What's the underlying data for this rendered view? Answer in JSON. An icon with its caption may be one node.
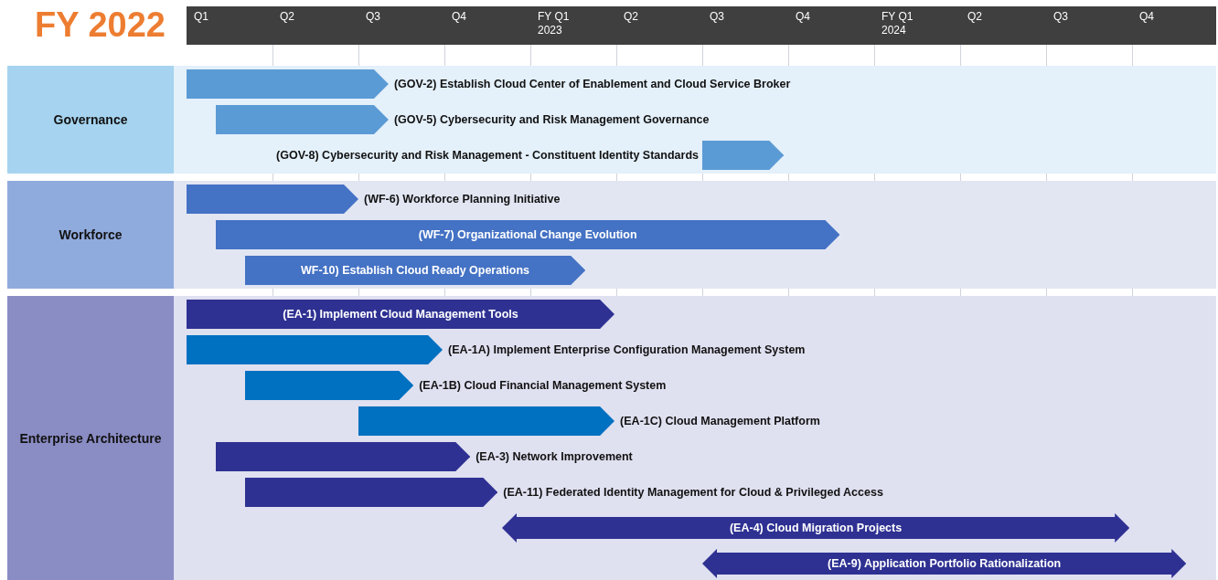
{
  "diagram": {
    "title": "FY 2022",
    "nodes": [
      {
        "text": [
          "Governance"
        ]
      },
      {
        "text": [],
        "shape": "bar",
        "beside": [
          "(GOV-2) Establish Cloud Center of Enablement and Cloud Service Broker"
        ],
        "in": 0
      },
      {
        "text": [],
        "shape": "bar",
        "beside": [
          "(GOV-5) Cybersecurity and Risk Management Governance"
        ],
        "in": 0
      },
      {
        "text": [],
        "shape": "bar",
        "beside": [
          "(GOV-8) Cybersecurity and Risk Management - Constituent Identity Standards"
        ],
        "in": 0
      },
      {
        "text": [
          "Workforce"
        ]
      },
      {
        "text": [],
        "shape": "bar",
        "beside": [
          "(WF-6) Workforce Planning Initiative"
        ],
        "in": 4
      },
      {
        "text": [
          "(WF-7) Organizational Change Evolution"
        ],
        "in": 4
      },
      {
        "text": [
          "WF-10) Establish Cloud Ready Operations"
        ],
        "in": 4
      },
      {
        "text": [
          "Enterprise Architecture"
        ]
      },
      {
        "text": [
          "(EA-1) Implement Cloud Management Tools"
        ],
        "in": 8
      },
      {
        "text": [],
        "shape": "bar",
        "beside": [
          "(EA-1A) Implement Enterprise Configuration Management System"
        ],
        "in": 8
      },
      {
        "text": [],
        "shape": "bar",
        "beside": [
          "(EA-1B) Cloud Financial Management System"
        ],
        "in": 8
      },
      {
        "text": [],
        "shape": "bar",
        "beside": [
          "(EA-1C) Cloud Management Platform"
        ],
        "in": 8
      },
      {
        "text": [],
        "shape": "bar",
        "beside": [
          "(EA-3) Network Improvement"
        ],
        "in": 8
      },
      {
        "text": [],
        "shape": "bar",
        "beside": [
          "(EA-11) Federated Identity Management for Cloud & Privileged Access"
        ],
        "in": 8
      },
      {
        "text": [
          "(EA-4) Cloud Migration Projects"
        ],
        "in": 8
      },
      {
        "text": [
          "(EA-9) Application Portfolio Rationalization"
        ],
        "in": 8
      }
    ],
    "edges": [],
    "labels": [
      "Q1",
      "Q2",
      "Q3",
      "Q4",
      "FY Q1 2023",
      "Q2",
      "Q3",
      "Q4",
      "FY Q1 2024",
      "Q2",
      "Q3",
      "Q4"
    ]
  }
}
